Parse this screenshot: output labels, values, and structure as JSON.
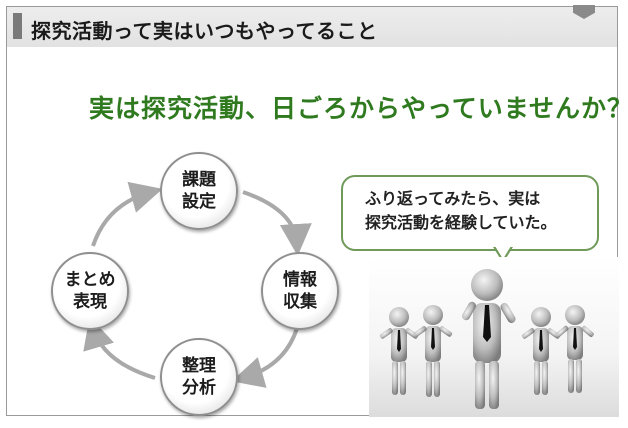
{
  "header": {
    "title": "探究活動って実はいつもやってること"
  },
  "headline": "実は探究活動、日ごろからやっていませんか？",
  "cycle": {
    "nodes": [
      {
        "label": "課題\n設定"
      },
      {
        "label": "情報\n収集"
      },
      {
        "label": "整理\n分析"
      },
      {
        "label": "まとめ\n表現"
      }
    ]
  },
  "bubble": {
    "text": "ふり返ってみたら、実は\n探究活動を経験していた。"
  },
  "colors": {
    "headline": "#2f7a1f",
    "bubble_border": "#6f9a5a",
    "title_accent": "#7a7a7a"
  },
  "illustration": {
    "people_count": 5,
    "tie_color": "#111111"
  }
}
